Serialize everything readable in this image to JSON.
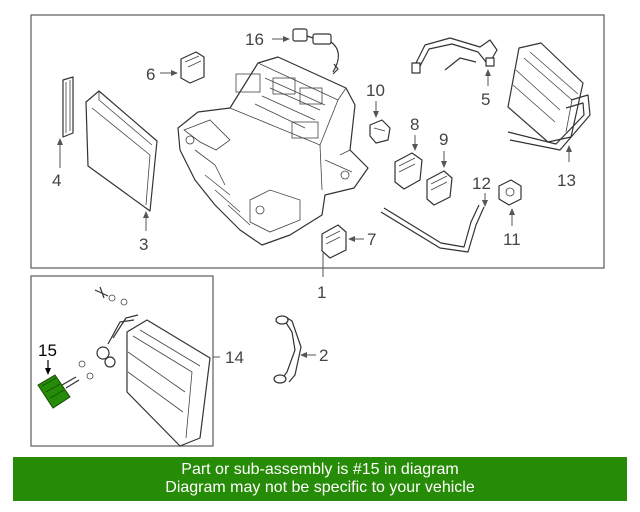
{
  "callouts": {
    "c1": "1",
    "c2": "2",
    "c3": "3",
    "c4": "4",
    "c5": "5",
    "c6": "6",
    "c7": "7",
    "c8": "8",
    "c9": "9",
    "c10": "10",
    "c11": "11",
    "c12": "12",
    "c13": "13",
    "c14": "14",
    "c15": "15",
    "c16": "16"
  },
  "highlighted_part": "15",
  "highlight_color": "#268b07",
  "banner": {
    "line1": "Part or sub-assembly is #15 in diagram",
    "line2": "Diagram may not be specific to your vehicle",
    "background": "#268b07"
  }
}
